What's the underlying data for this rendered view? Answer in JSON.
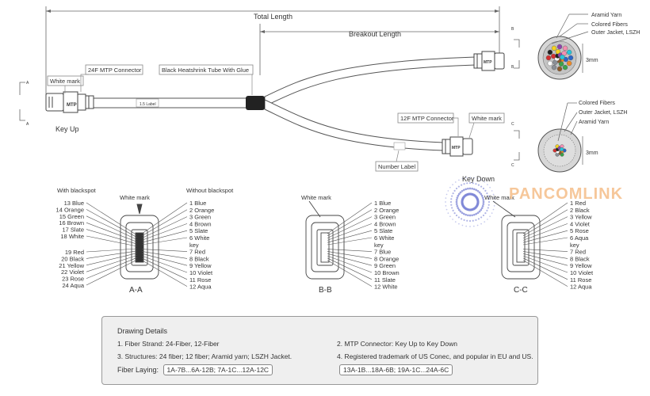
{
  "top_dimensions": {
    "total_length": "Total Length",
    "breakout_length": "Breakout Length"
  },
  "callouts": {
    "white_mark_a": "White mark",
    "mtp24": "24F MTP Connector",
    "heatshrink": "Black Heatshrink Tube With Glue",
    "mtp12": "12F MTP Connector",
    "white_mark_c": "White mark",
    "number_label": "Number Label",
    "cable_label": "1.5 Label"
  },
  "key_up": "Key Up",
  "key_down": "Key Down",
  "section_markers": {
    "a": "A",
    "b": "B",
    "c": "C"
  },
  "cross_section_b": {
    "aramid": "Aramid Yarn",
    "fibers": "Colored Fibers",
    "jacket": "Outer Jacket, LSZH",
    "dia": "3mm"
  },
  "cross_section_c": {
    "fibers": "Colored Fibers",
    "jacket": "Outer Jacket, LSZH",
    "aramid": "Aramid Yarn",
    "dia": "3mm"
  },
  "aa": {
    "with_label": "With blackspot",
    "white_mark": "White mark",
    "without_label": "Without blackspot",
    "title": "A-A",
    "left_group1": [
      "13 Blue",
      "14 Orange",
      "15 Green",
      "16 Brown",
      "17 Slate",
      "18 White"
    ],
    "left_group2": [
      "19 Red",
      "20 Black",
      "21 Yellow",
      "22 Violet",
      "23 Rose",
      "24 Aqua"
    ],
    "right_list": [
      "1 Blue",
      "2 Orange",
      "3 Green",
      "4 Brown",
      "5 Slate",
      "6 White",
      "key",
      "7 Red",
      "8 Black",
      "9 Yellow",
      "10 Violet",
      "11 Rose",
      "12 Aqua"
    ]
  },
  "bb": {
    "white_mark": "White mark",
    "title": "B-B",
    "list": [
      "1 Blue",
      "2 Orange",
      "3 Green",
      "4 Brown",
      "5 Slate",
      "6 White",
      "key",
      "7 Blue",
      "8 Orange",
      "9 Green",
      "10 Brown",
      "11 Slate",
      "12 White"
    ]
  },
  "cc": {
    "white_mark": "White mark",
    "title": "C-C",
    "list": [
      "1 Red",
      "2 Black",
      "3 Yellow",
      "4 Violet",
      "5 Rose",
      "6 Aqua",
      "key",
      "7 Red",
      "8 Black",
      "9 Yellow",
      "10 Violet",
      "11 Rose",
      "12 Aqua"
    ]
  },
  "brand": "PANCOMLINK",
  "colors": {
    "line": "#555555",
    "brand": "#f6c79a",
    "burst": "#7d86d6",
    "panel": "#efefef"
  },
  "details": {
    "heading": "Drawing Details",
    "item1": "1. Fiber Strand: 24-Fiber, 12-Fiber",
    "item2": "2. MTP Connector: Key Up to Key Down",
    "item3": "3. Structures: 24 fiber; 12 fiber; Aramid yarn; LSZH Jacket.",
    "item4": "4. Registered trademark of US Conec, and popular in EU and US.",
    "laying_label": "Fiber Laying:",
    "laying_left": "1A-7B...6A-12B; 7A-1C...12A-12C",
    "laying_right": "13A-1B...18A-6B; 19A-1C...24A-6C"
  }
}
